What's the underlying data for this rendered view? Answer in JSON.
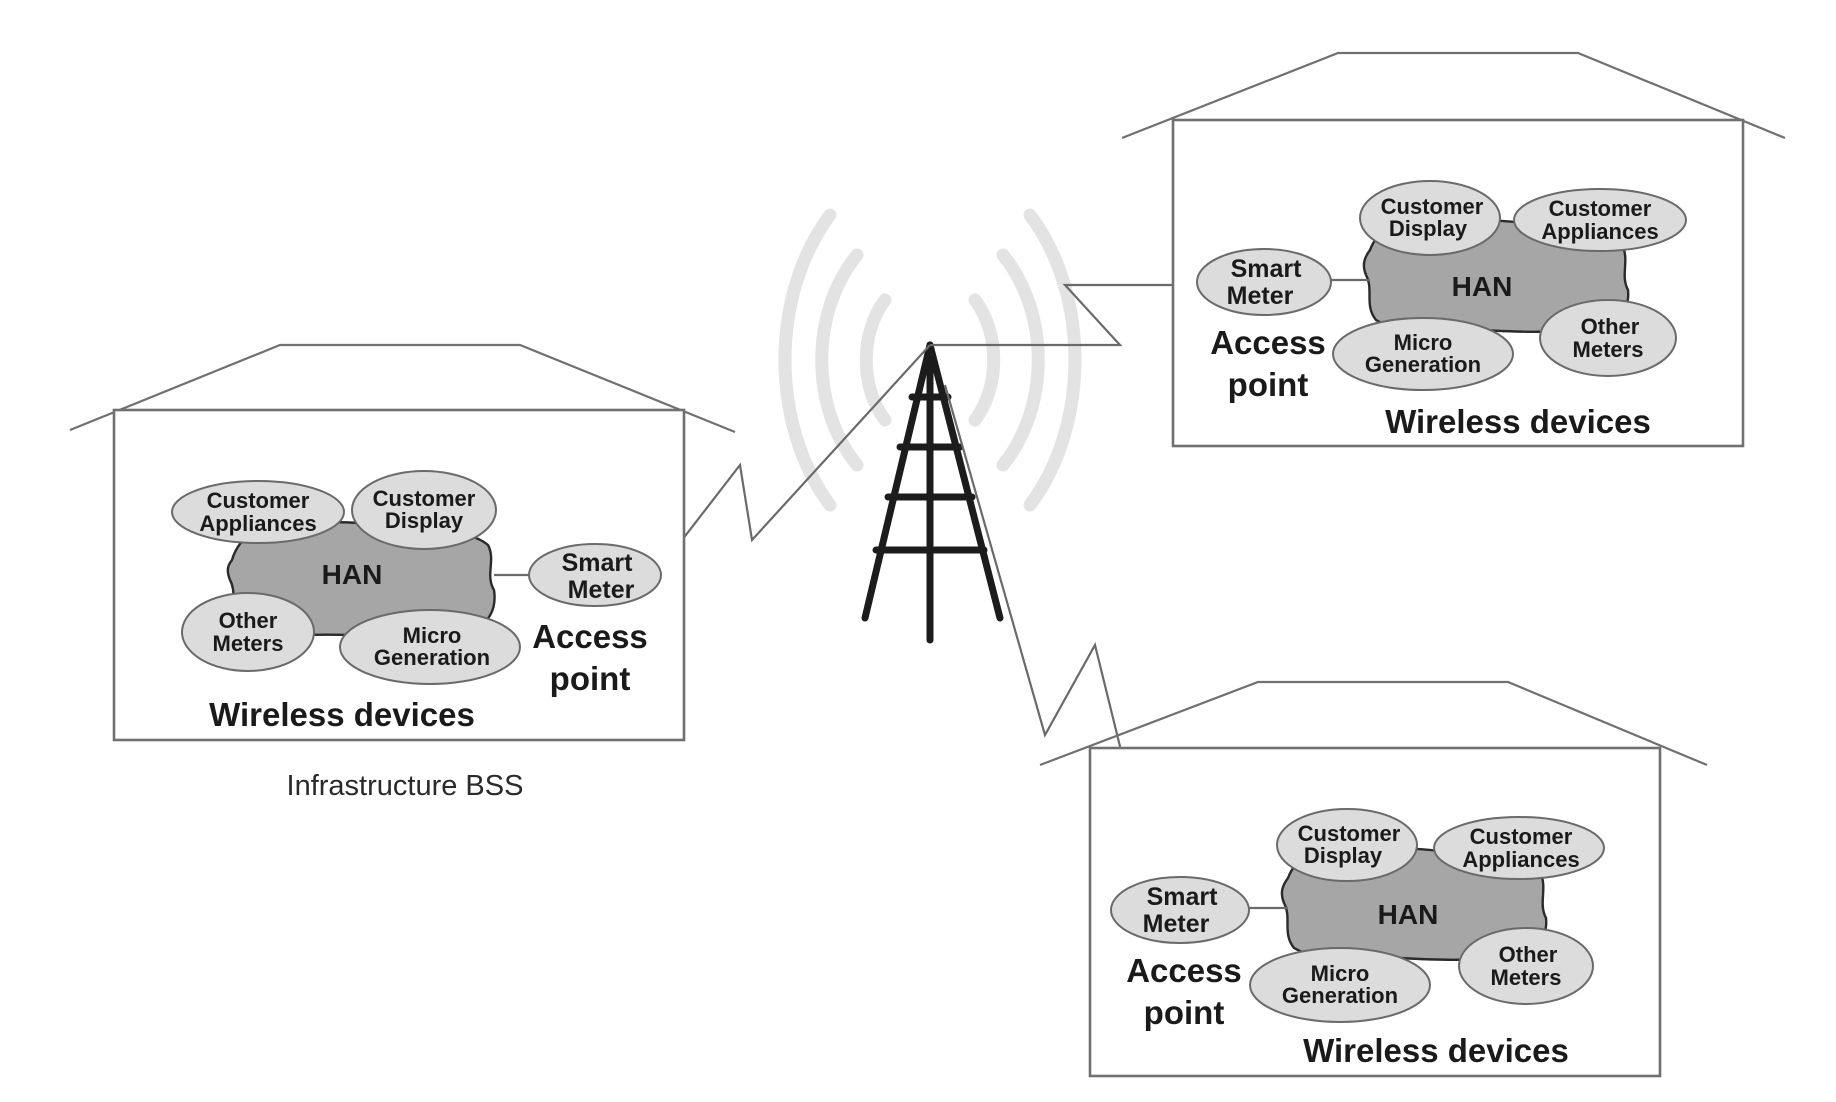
{
  "diagram": {
    "caption": "Infrastructure BSS",
    "houses": [
      {
        "id": "left",
        "han_label": "HAN",
        "smart_meter": [
          "Smart",
          "Meter"
        ],
        "access_point": [
          "Access",
          "point"
        ],
        "wireless_devices": "Wireless devices",
        "devices": {
          "customer_appliances": [
            "Customer",
            "Appliances"
          ],
          "customer_display": [
            "Customer",
            "Display"
          ],
          "other_meters": [
            "Other",
            "Meters"
          ],
          "micro_generation": [
            "Micro",
            "Generation"
          ]
        }
      },
      {
        "id": "top-right",
        "han_label": "HAN",
        "smart_meter": [
          "Smart",
          "Meter"
        ],
        "access_point": [
          "Access",
          "point"
        ],
        "wireless_devices": "Wireless devices",
        "devices": {
          "customer_appliances": [
            "Customer",
            "Appliances"
          ],
          "customer_display": [
            "Customer",
            "Display"
          ],
          "other_meters": [
            "Other",
            "Meters"
          ],
          "micro_generation": [
            "Micro",
            "Generation"
          ]
        }
      },
      {
        "id": "bottom-right",
        "han_label": "HAN",
        "smart_meter": [
          "Smart",
          "Meter"
        ],
        "access_point": [
          "Access",
          "point"
        ],
        "wireless_devices": "Wireless devices",
        "devices": {
          "customer_appliances": [
            "Customer",
            "Appliances"
          ],
          "customer_display": [
            "Customer",
            "Display"
          ],
          "other_meters": [
            "Other",
            "Meters"
          ],
          "micro_generation": [
            "Micro",
            "Generation"
          ]
        }
      }
    ]
  }
}
